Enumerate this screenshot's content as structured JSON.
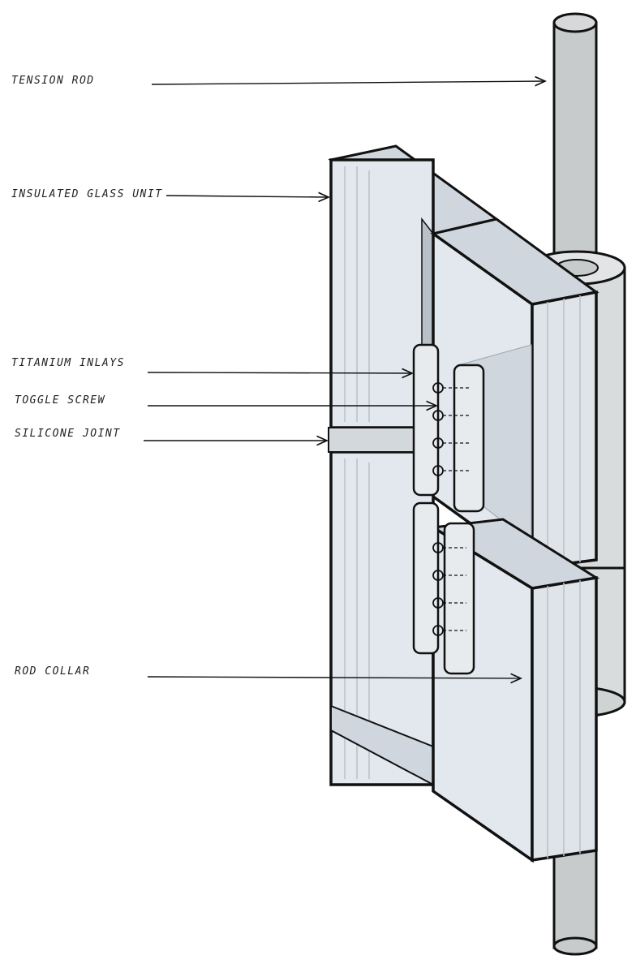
{
  "labels": {
    "tension_rod": "TENSION ROD",
    "insulated_glass_unit": "INSULATED GLASS UNIT",
    "titanium_inlays": "TITANIUM INLAYS",
    "toggle_screw": "TOGGLE SCREW",
    "silicone_joint": "SILICONE JOINT",
    "rod_collar": "ROD COLLAR"
  },
  "colors": {
    "ink": "#111111",
    "glass": "#e3e8ee",
    "glass_shade": "#c9d0d6",
    "glass_edge": "#b8c0c8",
    "rod": "#c8cbcc",
    "collar": "#d9dcdd"
  }
}
